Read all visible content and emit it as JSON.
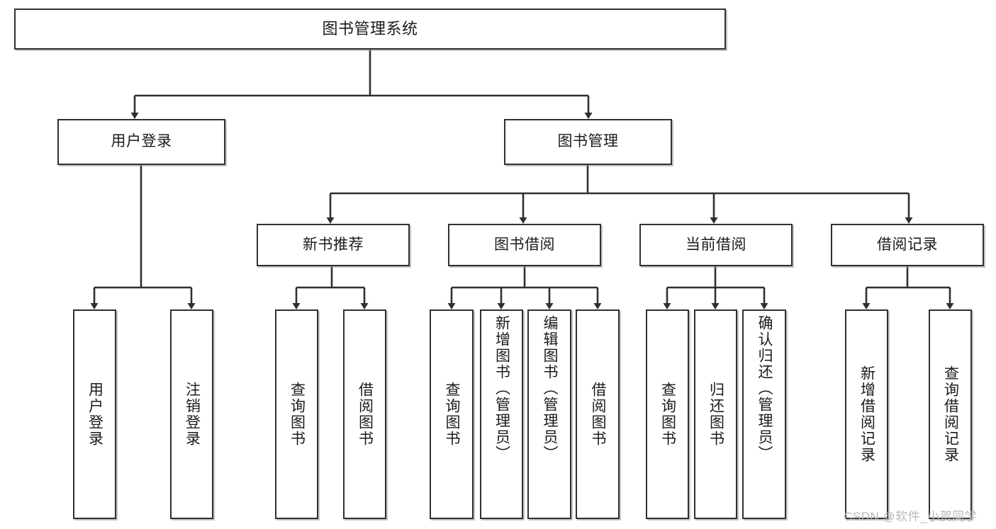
{
  "diagram": {
    "title": "图书管理系统",
    "type": "tree",
    "watermark": "CSDN @软件_小贺同学",
    "colors": {
      "box_border": "#303030",
      "box_fill": "#ffffff",
      "edge": "#303030",
      "text": "#1b1b1b",
      "watermark": "#b9b9b9"
    },
    "levels": [
      {
        "level": 1,
        "nodes": [
          {
            "id": "root",
            "label": "图书管理系统",
            "orientation": "horizontal"
          }
        ]
      },
      {
        "level": 2,
        "nodes": [
          {
            "id": "user-login",
            "label": "用户登录",
            "orientation": "horizontal",
            "parent": "root"
          },
          {
            "id": "book-manage",
            "label": "图书管理",
            "orientation": "horizontal",
            "parent": "root"
          }
        ]
      },
      {
        "level": 3,
        "nodes": [
          {
            "id": "new-book-recommend",
            "label": "新书推荐",
            "orientation": "horizontal",
            "parent": "book-manage"
          },
          {
            "id": "book-borrow",
            "label": "图书借阅",
            "orientation": "horizontal",
            "parent": "book-manage"
          },
          {
            "id": "current-borrow",
            "label": "当前借阅",
            "orientation": "horizontal",
            "parent": "book-manage"
          },
          {
            "id": "borrow-record",
            "label": "借阅记录",
            "orientation": "horizontal",
            "parent": "book-manage"
          }
        ]
      },
      {
        "level": 4,
        "nodes": [
          {
            "id": "leaf-user-login",
            "label": "用户登录",
            "orientation": "vertical",
            "parent": "user-login"
          },
          {
            "id": "leaf-logout-login",
            "label": "注销登录",
            "orientation": "vertical",
            "parent": "user-login"
          },
          {
            "id": "leaf-query-book-1",
            "label": "查询图书",
            "orientation": "vertical",
            "parent": "new-book-recommend"
          },
          {
            "id": "leaf-borrow-book-1",
            "label": "借阅图书",
            "orientation": "vertical",
            "parent": "new-book-recommend"
          },
          {
            "id": "leaf-query-book-2",
            "label": "查询图书",
            "orientation": "vertical",
            "parent": "book-borrow"
          },
          {
            "id": "leaf-add-book",
            "label": "新增图书（管理员）",
            "orientation": "vertical",
            "parent": "book-borrow"
          },
          {
            "id": "leaf-edit-book",
            "label": "编辑图书（管理员）",
            "orientation": "vertical",
            "parent": "book-borrow"
          },
          {
            "id": "leaf-borrow-book-2",
            "label": "借阅图书",
            "orientation": "vertical",
            "parent": "book-borrow"
          },
          {
            "id": "leaf-query-book-3",
            "label": "查询图书",
            "orientation": "vertical",
            "parent": "current-borrow"
          },
          {
            "id": "leaf-return-book",
            "label": "归还图书",
            "orientation": "vertical",
            "parent": "current-borrow"
          },
          {
            "id": "leaf-confirm-return",
            "label": "确认归还（管理员）",
            "orientation": "vertical",
            "parent": "current-borrow"
          },
          {
            "id": "leaf-add-record",
            "label": "新增借阅记录",
            "orientation": "vertical",
            "parent": "borrow-record"
          },
          {
            "id": "leaf-query-record",
            "label": "查询借阅记录",
            "orientation": "vertical",
            "parent": "borrow-record"
          }
        ]
      }
    ]
  }
}
